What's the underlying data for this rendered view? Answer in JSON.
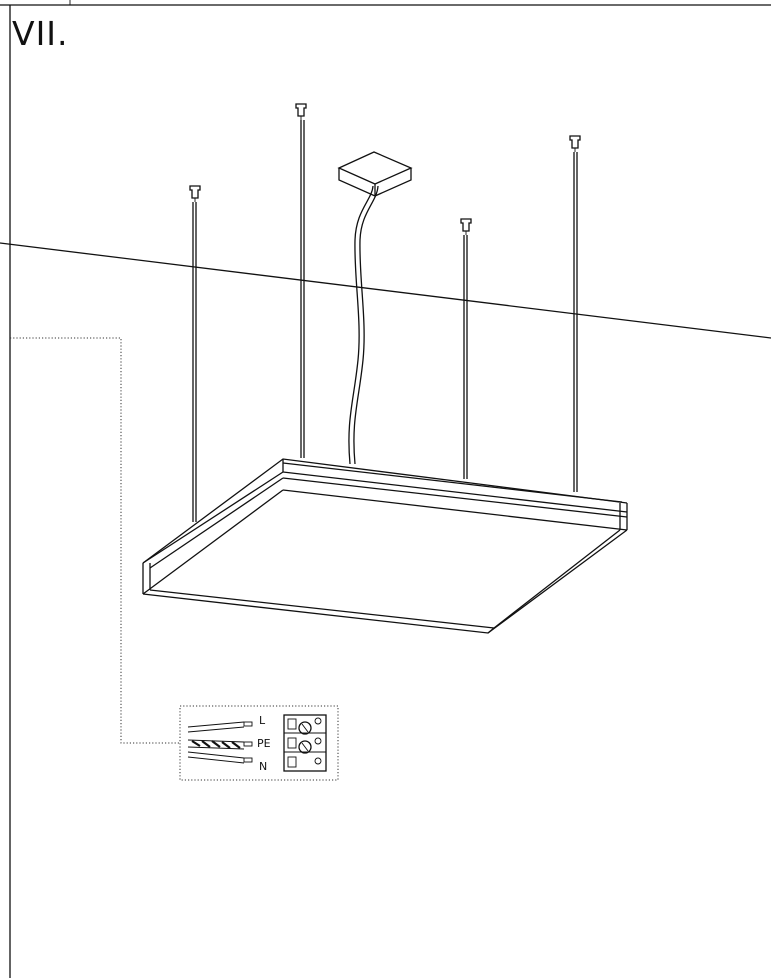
{
  "step": {
    "label": "VII."
  },
  "wiring": {
    "terminals": [
      {
        "label": "L"
      },
      {
        "label": "PE"
      },
      {
        "label": "N"
      }
    ]
  },
  "colors": {
    "line": "#111111",
    "background": "#ffffff"
  }
}
